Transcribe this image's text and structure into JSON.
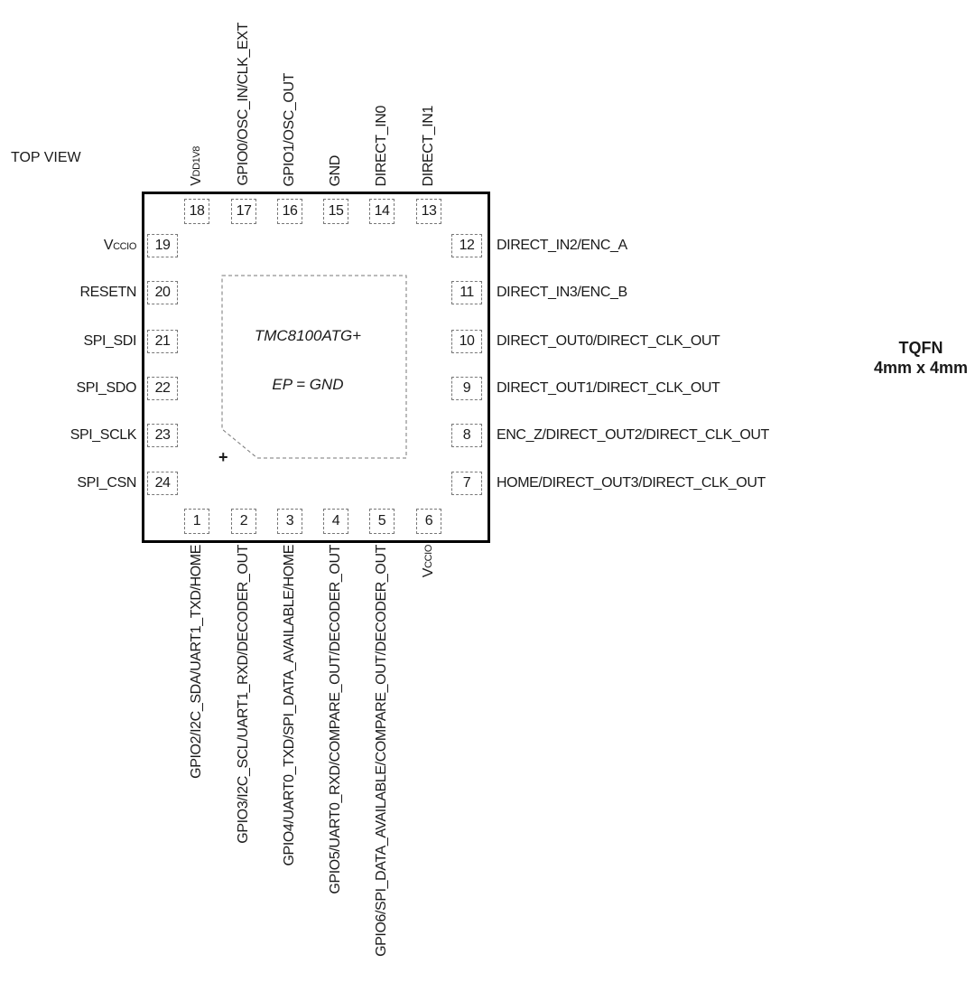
{
  "view_label": "TOP VIEW",
  "package": {
    "name": "TQFN",
    "size": "4mm x 4mm"
  },
  "chip": {
    "part_number": "TMC8100ATG+",
    "ep_label": "EP = GND",
    "pin1_marker": "+"
  },
  "pins": {
    "top": [
      {
        "num": "18",
        "name": "V",
        "sub": "DD1V8"
      },
      {
        "num": "17",
        "name": "GPIO0/OSC_IN/CLK_EXT"
      },
      {
        "num": "16",
        "name": "GPIO1/OSC_OUT"
      },
      {
        "num": "15",
        "name": "GND"
      },
      {
        "num": "14",
        "name": "DIRECT_IN0"
      },
      {
        "num": "13",
        "name": "DIRECT_IN1"
      }
    ],
    "left": [
      {
        "num": "19",
        "name": "V",
        "sub": "CCIO"
      },
      {
        "num": "20",
        "name": "RESETN"
      },
      {
        "num": "21",
        "name": "SPI_SDI"
      },
      {
        "num": "22",
        "name": "SPI_SDO"
      },
      {
        "num": "23",
        "name": "SPI_SCLK"
      },
      {
        "num": "24",
        "name": "SPI_CSN"
      }
    ],
    "right": [
      {
        "num": "12",
        "name": "DIRECT_IN2/ENC_A"
      },
      {
        "num": "11",
        "name": "DIRECT_IN3/ENC_B"
      },
      {
        "num": "10",
        "name": "DIRECT_OUT0/DIRECT_CLK_OUT"
      },
      {
        "num": "9",
        "name": "DIRECT_OUT1/DIRECT_CLK_OUT"
      },
      {
        "num": "8",
        "name": "ENC_Z/DIRECT_OUT2/DIRECT_CLK_OUT"
      },
      {
        "num": "7",
        "name": "HOME/DIRECT_OUT3/DIRECT_CLK_OUT"
      }
    ],
    "bottom": [
      {
        "num": "1",
        "name": "GPIO2/I2C_SDA/UART1_TXD/HOME"
      },
      {
        "num": "2",
        "name": "GPIO3/I2C_SCL/UART1_RXD/DECODER_OUT"
      },
      {
        "num": "3",
        "name": "GPIO4/UART0_TXD/SPI_DATA_AVAILABLE/HOME"
      },
      {
        "num": "4",
        "name": "GPIO5/UART0_RXD/COMPARE_OUT/DECODER_OUT"
      },
      {
        "num": "5",
        "name": "GPIO6/SPI_DATA_AVAILABLE/COMPARE_OUT/DECODER_OUT"
      },
      {
        "num": "6",
        "name": "V",
        "sub": "CCIO"
      }
    ]
  }
}
